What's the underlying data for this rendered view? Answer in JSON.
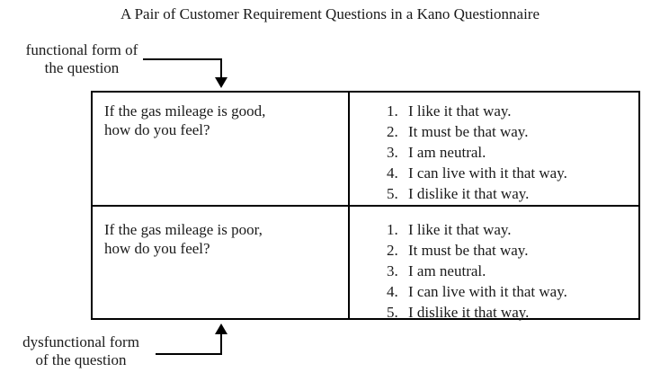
{
  "title": "A Pair of Customer Requirement Questions in a Kano Questionnaire",
  "colors": {
    "text": "#1a1a1a",
    "border": "#000000",
    "background": "#ffffff"
  },
  "labels": {
    "functional": {
      "line1": "functional form of",
      "line2": "the question"
    },
    "dysfunctional": {
      "line1": "dysfunctional form",
      "line2": "of the question"
    }
  },
  "table": {
    "rows": [
      {
        "question_line1": "If the gas mileage is good,",
        "question_line2": "how do you feel?",
        "options": [
          {
            "num": "1.",
            "text": "I like it that way."
          },
          {
            "num": "2.",
            "text": "It must be that way."
          },
          {
            "num": "3.",
            "text": "I am neutral."
          },
          {
            "num": "4.",
            "text": "I can live with it that way."
          },
          {
            "num": "5.",
            "text": "I dislike it that way."
          }
        ]
      },
      {
        "question_line1": "If the gas mileage is poor,",
        "question_line2": "how do you feel?",
        "options": [
          {
            "num": "1.",
            "text": "I like it that way."
          },
          {
            "num": "2.",
            "text": "It must be that way."
          },
          {
            "num": "3.",
            "text": "I am neutral."
          },
          {
            "num": "4.",
            "text": "I can live with it that way."
          },
          {
            "num": "5.",
            "text": "I dislike it that way."
          }
        ]
      }
    ]
  }
}
